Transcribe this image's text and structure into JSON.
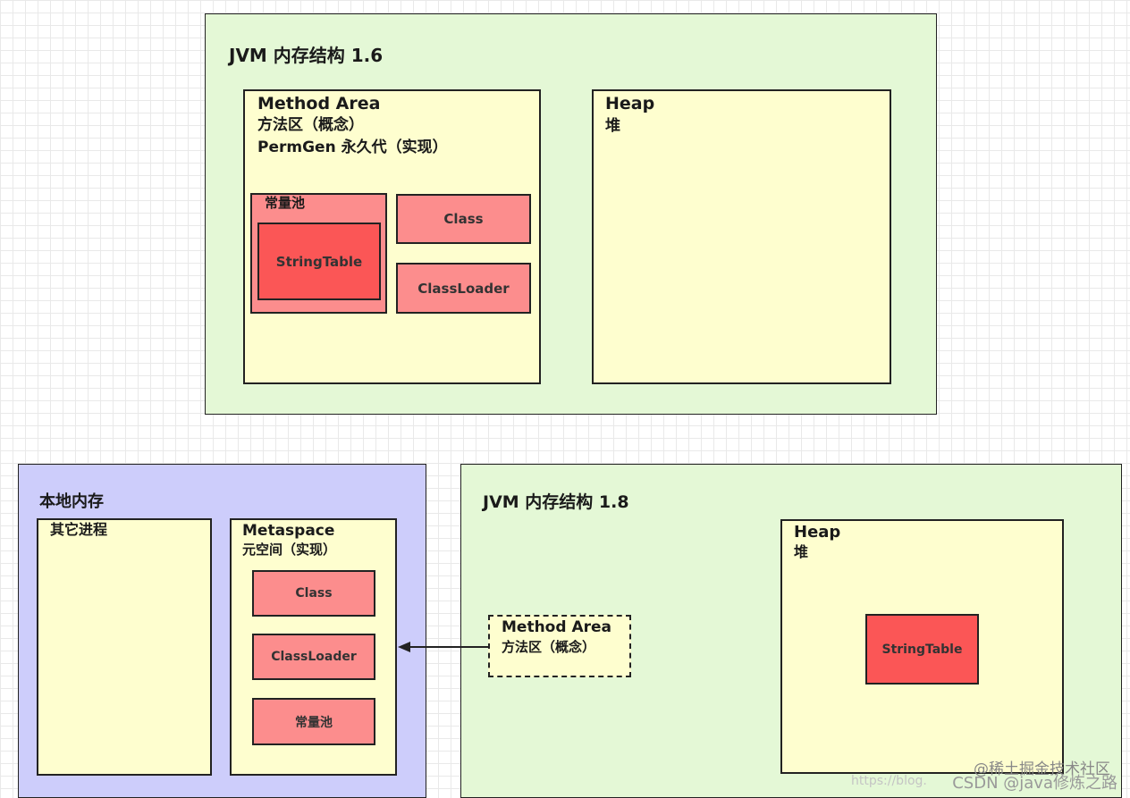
{
  "jvm16": {
    "title": "JVM 内存结构 1.6",
    "method_area": {
      "title": "Method Area",
      "line1": "方法区（概念）",
      "line2": "PermGen 永久代（实现）",
      "constant_pool": {
        "label": "常量池",
        "string_table": "StringTable"
      },
      "class": "Class",
      "classloader": "ClassLoader"
    },
    "heap": {
      "title": "Heap",
      "sub": "堆"
    }
  },
  "native": {
    "title": "本地内存",
    "other_process": "其它进程",
    "metaspace": {
      "title": "Metaspace",
      "sub": "元空间（实现）",
      "class": "Class",
      "classloader": "ClassLoader",
      "constant_pool": "常量池"
    }
  },
  "jvm18": {
    "title": "JVM 内存结构 1.8",
    "method_area": {
      "title": "Method Area",
      "sub": "方法区（概念）"
    },
    "heap": {
      "title": "Heap",
      "sub": "堆",
      "string_table": "StringTable"
    }
  },
  "watermark": {
    "juejin": "@稀土掘金技术社区",
    "url": "https://blog.",
    "csdn": "CSDN @java修炼之路"
  },
  "colors": {
    "jvm_bg": "#e4f8d6",
    "area_bg": "#fefecf",
    "native_bg": "#cdcdfb",
    "item_bg": "#fc8d8d",
    "string_table_bg": "#fb5656"
  }
}
